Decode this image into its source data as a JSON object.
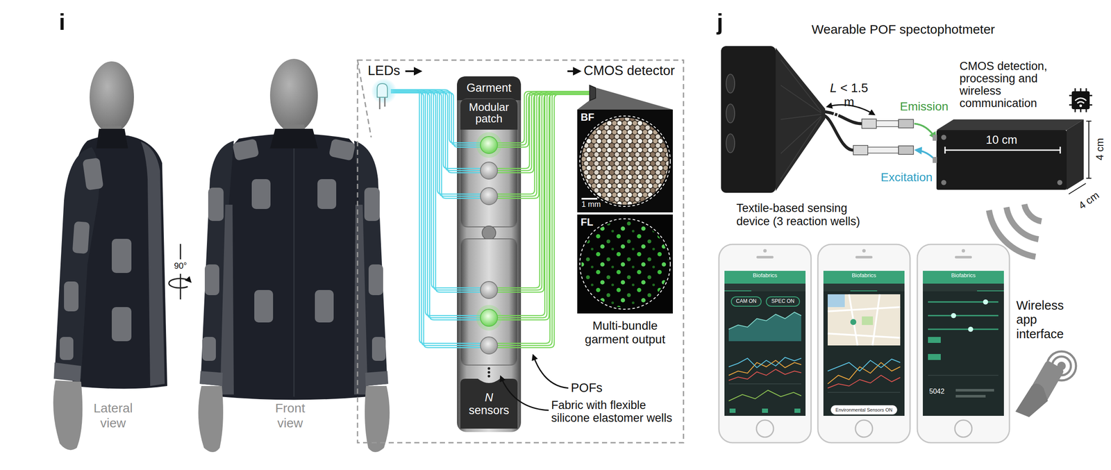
{
  "diagram": {
    "nodes": [
      {
        "text": [
          "Garment"
        ]
      },
      {
        "text": [
          "Modular patch"
        ],
        "in": 0
      },
      {
        "text": [
          "N sensors"
        ],
        "in": 0
      },
      {
        "text": [
          "BF",
          "1 mm"
        ]
      },
      {
        "text": [
          "FL"
        ]
      },
      {
        "text": [
          "Textile-based sensing device (3 reaction wells)"
        ]
      },
      {
        "text": [
          "CMOS detection, processing and wireless communication",
          "10 cm"
        ]
      },
      {
        "text": [
          "Biofabrics"
        ]
      },
      {
        "text": [
          "CAM ON"
        ],
        "in": 7
      },
      {
        "text": [
          "SPEC ON"
        ],
        "in": 7
      },
      {
        "text": [
          "Biofabrics"
        ]
      },
      {
        "text": [
          "Environmental Sensors ON"
        ],
        "in": 10
      },
      {
        "text": [
          "Biofabrics",
          "5042"
        ]
      }
    ],
    "edges": [
      {
        "from": 5,
        "to": 6,
        "arrow": "to",
        "label": "Emission"
      },
      {
        "from": 6,
        "to": 5,
        "arrow": "to",
        "label": "Excitation"
      }
    ],
    "labels": [
      "i",
      "Lateral view",
      "Front view",
      "90°",
      "LEDs",
      "CMOS detector",
      "Multi-bundle garment output",
      "POFs",
      "Fabric with flexible silicone elastomer wells",
      "j",
      "Wearable POF spectophotmeter",
      "L < 1.5 m",
      "4 cm",
      "4 cm",
      "Wireless app interface"
    ]
  }
}
